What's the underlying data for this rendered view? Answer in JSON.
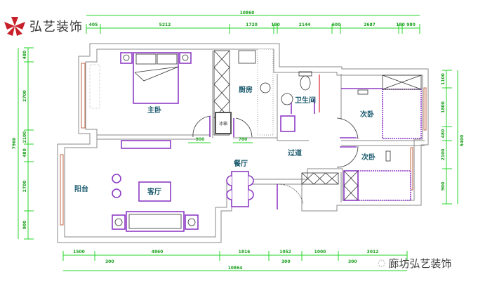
{
  "brand": {
    "logo_text": "弘艺装饰",
    "watermark": "廊坊弘艺装饰"
  },
  "rooms": {
    "master_bedroom": "主卧",
    "kitchen": "厨房",
    "bathroom": "卫生间",
    "second_bedroom": "次卧",
    "third_bedroom": "次卧",
    "corridor": "过道",
    "dining": "餐厅",
    "living": "客厅",
    "balcony": "阳台",
    "fridge": "冰箱"
  },
  "dimensions": {
    "top_total": "10860",
    "top": [
      "405",
      "5212",
      "1720",
      "180",
      "2144",
      "600",
      "2687",
      "180",
      "980"
    ],
    "bottom": [
      "1500",
      "4860",
      "1816",
      "1052",
      "1000",
      "3012"
    ],
    "bottom_small": [
      "300",
      "300",
      "300"
    ],
    "bottom_total": "10864",
    "doors": [
      "900",
      "780"
    ],
    "left": [
      "480",
      "2700",
      "2100",
      "480",
      "2700",
      "900"
    ],
    "left_total": "7960",
    "right": [
      "1100",
      "1800",
      "480",
      "2100",
      "900"
    ],
    "right_total": "5400"
  }
}
